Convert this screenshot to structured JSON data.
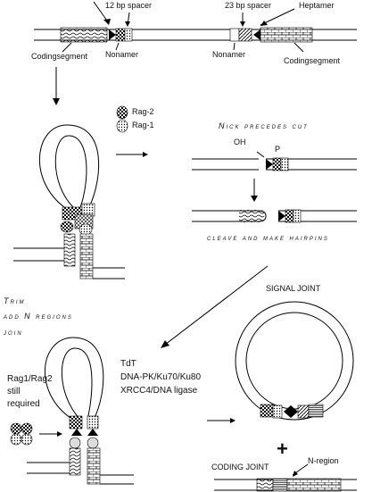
{
  "labels": {
    "spacer12": "12 bp spacer",
    "spacer23": "23 bp spacer",
    "heptamer": "Heptamer",
    "coding_segment_left": "Codingsegment",
    "coding_segment_right": "Codingsegment",
    "nonamer_left": "Nonamer",
    "nonamer_right": "Nonamer",
    "rag2": "Rag-2",
    "rag1": "Rag-1",
    "nick_precedes_cut": "Nick precedes cut",
    "oh": "OH",
    "p": "P",
    "cleave_make_hairpins": "cleave and make hairpins",
    "trim": "Trim",
    "add_n_regions": "add N regions",
    "join": "join",
    "rag_still_required_1": "Rag1/Rag2",
    "rag_still_required_2": "still",
    "rag_still_required_3": "required",
    "enzymes_1": "TdT",
    "enzymes_2": "DNA-PK/Ku70/Ku80",
    "enzymes_3": "XRCC4/DNA ligase",
    "signal_joint": "SIGNAL   JOINT",
    "coding_joint": "CODING   JOINT",
    "plus": "+",
    "n_region": "N-region"
  }
}
